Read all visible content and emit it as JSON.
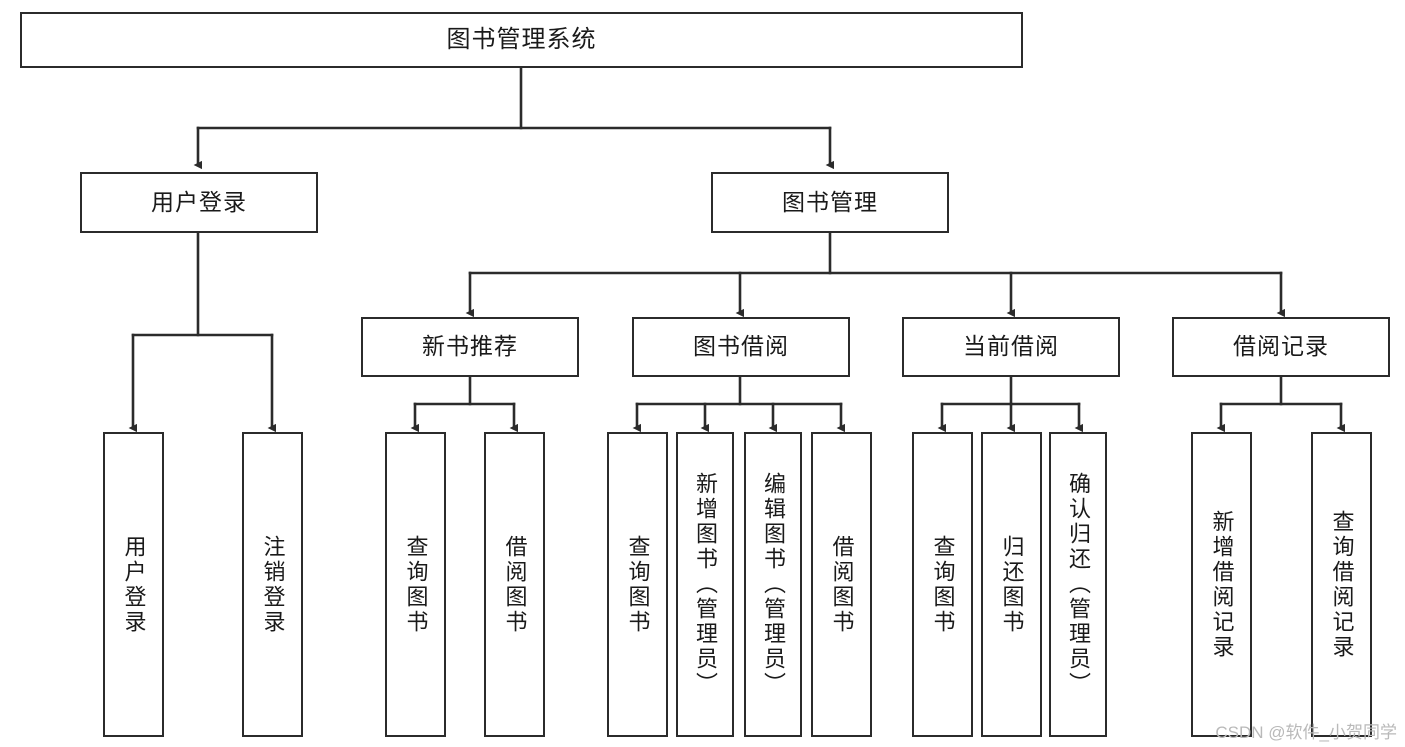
{
  "diagram": {
    "title": "图书管理系统",
    "watermark": "CSDN @软件_小贺同学",
    "stroke_color": "#2b2b2b",
    "text_color": "#1a1a1a",
    "background_color": "#ffffff",
    "nodes": {
      "root": {
        "label": "图书管理系统"
      },
      "level2": [
        {
          "label": "用户登录"
        },
        {
          "label": "图书管理"
        }
      ],
      "level3": [
        {
          "label": "新书推荐"
        },
        {
          "label": "图书借阅"
        },
        {
          "label": "当前借阅"
        },
        {
          "label": "借阅记录"
        }
      ],
      "leaves": {
        "user_login": [
          {
            "label": "用户登录"
          },
          {
            "label": "注销登录"
          }
        ],
        "new_book_recommend": [
          {
            "label": "查询图书"
          },
          {
            "label": "借阅图书"
          }
        ],
        "book_borrow": [
          {
            "label": "查询图书"
          },
          {
            "label": "新增图书（管理员）"
          },
          {
            "label": "编辑图书（管理员）"
          },
          {
            "label": "借阅图书"
          }
        ],
        "current_borrow": [
          {
            "label": "查询图书"
          },
          {
            "label": "归还图书"
          },
          {
            "label": "确认归还（管理员）"
          }
        ],
        "borrow_record": [
          {
            "label": "新增借阅记录"
          },
          {
            "label": "查询借阅记录"
          }
        ]
      }
    }
  }
}
